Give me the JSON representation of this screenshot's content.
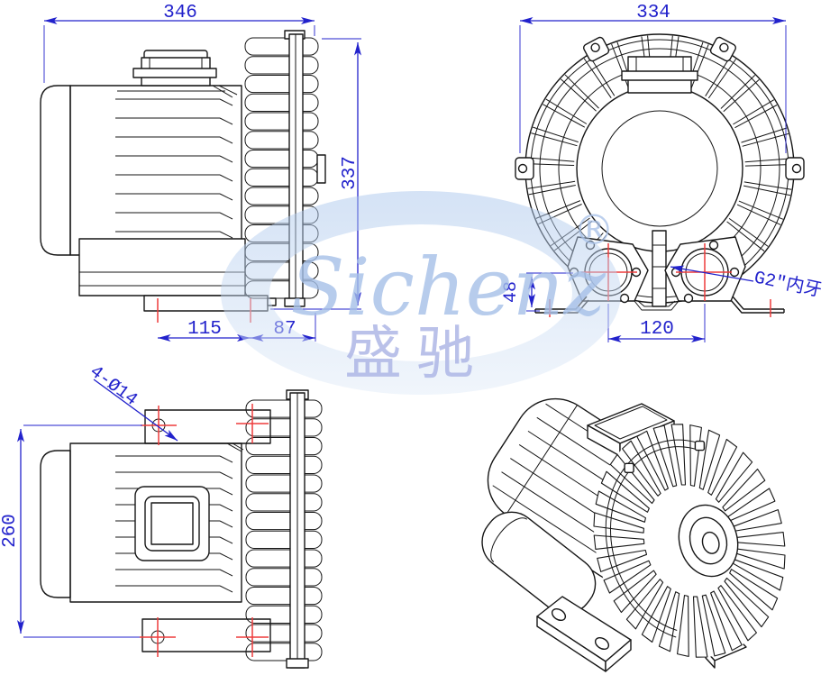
{
  "watermark": {
    "script": "Sichenz",
    "cn": "盛驰",
    "reg": "®"
  },
  "side_view": {
    "dim_overall_length": "346",
    "dim_overall_height": "337",
    "dim_base_hole_spacing": "115",
    "dim_base_overhang": "87"
  },
  "front_view": {
    "dim_overall_width": "334",
    "dim_port_center_height": "48",
    "dim_port_spacing": "120",
    "port_thread_callout": "G2\"内牙"
  },
  "top_view": {
    "mount_hole_callout": "4-Ø14",
    "dim_mount_hole_spacing": "260"
  },
  "colors": {
    "outline": "#161616",
    "dimension": "#2222cc",
    "centerline": "#ee3b3b",
    "watermark_ring": "#bcd0ee",
    "watermark_text": "#a6c0e8"
  }
}
